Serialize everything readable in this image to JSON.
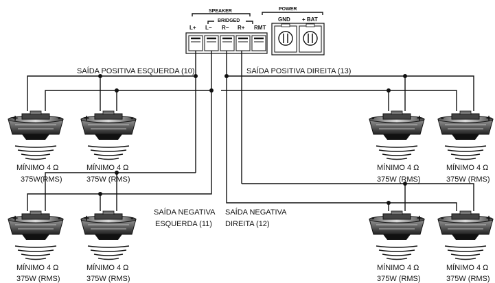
{
  "header": {
    "speaker": "SPEAKER",
    "bridged": "BRIDGED",
    "power": "POWER"
  },
  "terminals": {
    "l_plus": "L+",
    "l_minus": "L−",
    "r_minus": "R−",
    "r_plus": "R+",
    "rmt": "RMT",
    "gnd": "GND",
    "bat": "+ BAT"
  },
  "wires": {
    "left_positive": "SAÍDA POSITIVA ESQUERDA (10)",
    "right_positive": "SAÍDA POSITIVA DIREITA (13)",
    "left_negative_1": "SAÍDA NEGATIVA",
    "left_negative_2": "ESQUERDA (11)",
    "right_negative_1": "SAÍDA NEGATIVA",
    "right_negative_2": "DIREITA (12)"
  },
  "speakers": [
    {
      "id": "top-left-1",
      "line1": "MÍNIMO 4 Ω",
      "line2": "375W(RMS)",
      "plus": "+",
      "minus": "-"
    },
    {
      "id": "top-left-2",
      "line1": "MÍNIMO 4 Ω",
      "line2": "375W (RMS)",
      "plus": "+",
      "minus": "-"
    },
    {
      "id": "top-right-1",
      "line1": "MÍNIMO 4 Ω",
      "line2": "375W (RMS)",
      "plus": "+",
      "minus": "-"
    },
    {
      "id": "top-right-2",
      "line1": "MÍNIMO 4 Ω",
      "line2": "375W (RMS)",
      "plus": "+",
      "minus": "-"
    },
    {
      "id": "bot-left-1",
      "line1": "MÍNIMO 4 Ω",
      "line2": "375W (RMS)",
      "plus": "+",
      "minus": "-"
    },
    {
      "id": "bot-left-2",
      "line1": "MÍNIMO 4 Ω",
      "line2": "375W (RMS)",
      "plus": "+",
      "minus": "-"
    },
    {
      "id": "bot-right-1",
      "line1": "MÍNIMO 4 Ω",
      "line2": "375W (RMS)",
      "plus": "+",
      "minus": "-"
    },
    {
      "id": "bot-right-2",
      "line1": "MÍNIMO 4 Ω",
      "line2": "375W (RMS)",
      "plus": "+",
      "minus": "-"
    }
  ]
}
